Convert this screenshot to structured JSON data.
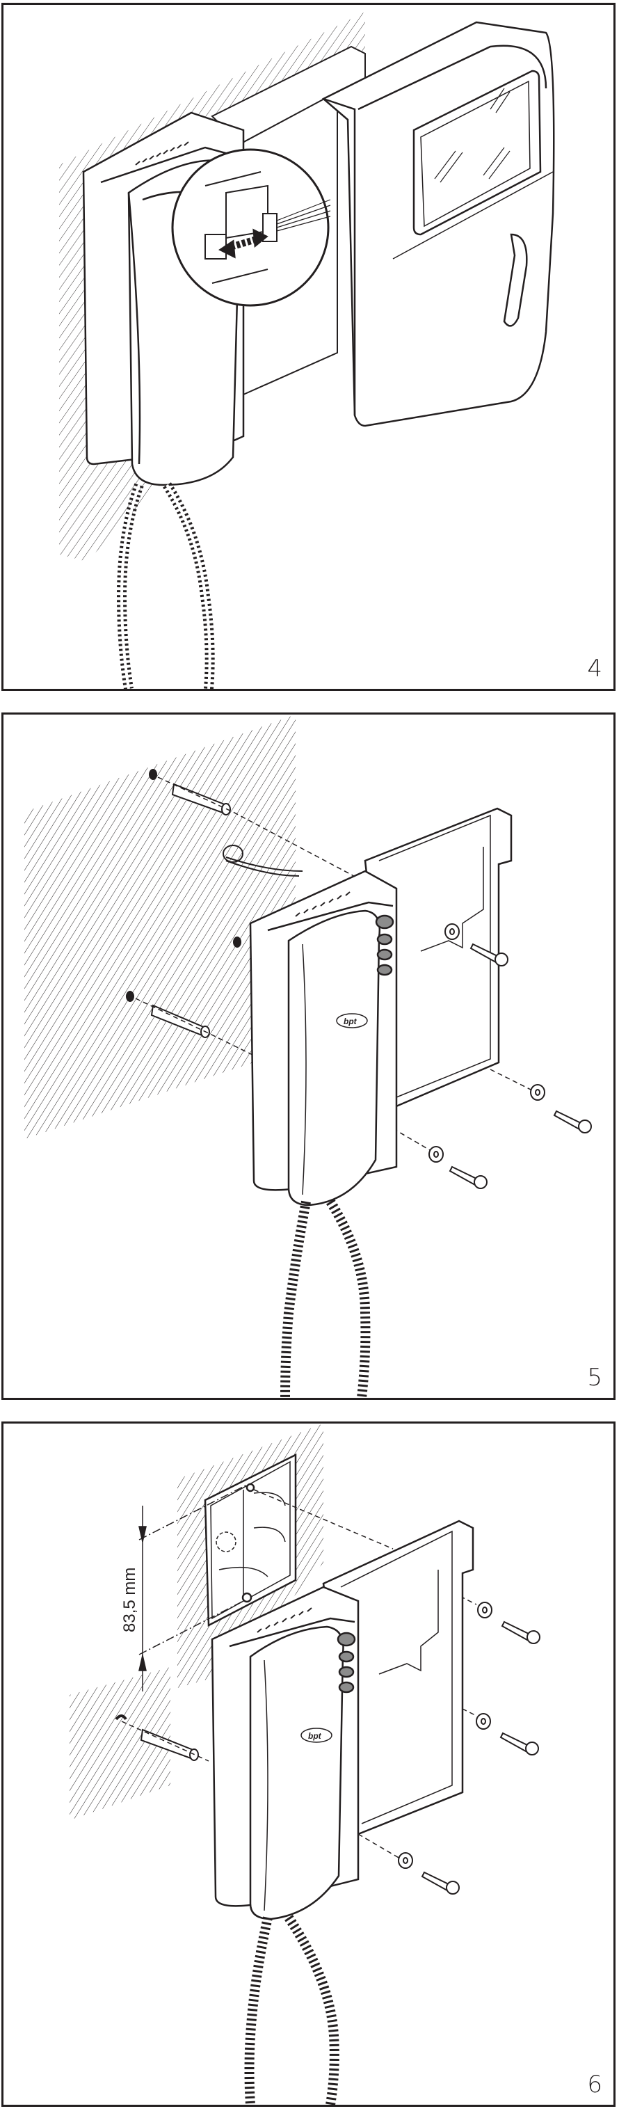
{
  "document": {
    "type": "installation-instructions",
    "colors": {
      "line": "#231f20",
      "background": "#ffffff",
      "button_fill": "#8c8c8c"
    }
  },
  "panels": [
    {
      "step": "4",
      "scene": "monitor-connector-attach",
      "description": "Wall-mounted intercom base with handset; video monitor unit swung open; magnified inset shows plug connector with double arrow.",
      "elements": [
        "hatched-wall",
        "wall-bracket",
        "handset",
        "coiled-cord",
        "video-monitor",
        "detail-inset-circle",
        "connector-plug",
        "double-arrow"
      ]
    },
    {
      "step": "5",
      "scene": "surface-mount-with-wall-plugs",
      "description": "Exploded view: wall plugs into wall holes, cable through wall, mounting bracket fixed with screws and washers, handset unit.",
      "logo": "bpt",
      "elements": [
        "hatched-wall",
        "wall-hole-top",
        "wall-plug-top",
        "cable",
        "wall-hole-bottom",
        "wall-plug-bottom",
        "mounting-bracket",
        "handset",
        "coiled-cord",
        "washer",
        "screw"
      ]
    },
    {
      "step": "6",
      "scene": "mount-on-flush-box",
      "description": "Exploded view: flush-mounted electrical box in wall, bracket fixed with three screws and washers, one wall plug, dimension callout.",
      "logo": "bpt",
      "dimension": "83,5 mm",
      "elements": [
        "hatched-wall",
        "flush-box",
        "dimension-arrows",
        "wall-plug",
        "mounting-bracket",
        "handset",
        "coiled-cord",
        "washer",
        "screw"
      ]
    }
  ]
}
